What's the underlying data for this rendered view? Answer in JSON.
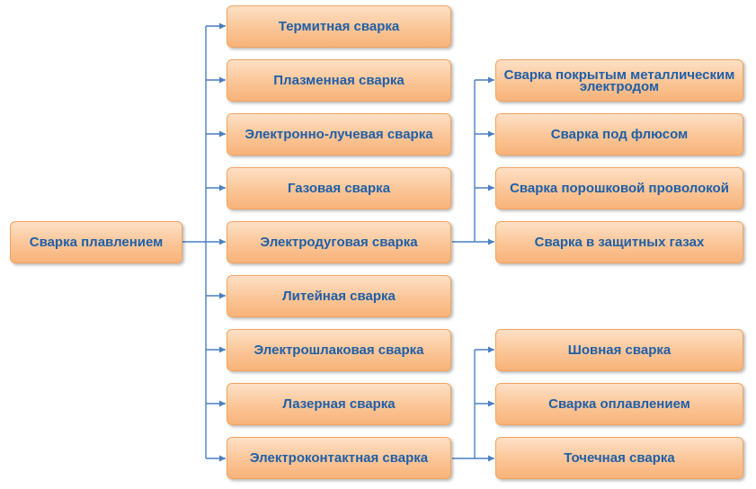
{
  "root": {
    "label": "Сварка плавлением"
  },
  "methods": [
    "Термитная сварка",
    "Плазменная сварка",
    "Электронно-лучевая сварка",
    "Газовая сварка",
    "Электродуговая сварка",
    "Литейная сварка",
    "Электрошлаковая сварка",
    "Лазерная сварка",
    "Электроконтактная сварка"
  ],
  "arc_subtypes": [
    "Сварка покрытым металлическим электродом",
    "Сварка под флюсом",
    "Сварка порошковой проволокой",
    "Сварка в защитных газах"
  ],
  "contact_subtypes": [
    "Шовная сварка",
    "Сварка оплавлением",
    "Точечная сварка"
  ],
  "colors": {
    "connector": "#4a7fc0",
    "text": "#1f5fa8",
    "box_border": "#f2a35e",
    "box_fill_top": "#fde0c6",
    "box_fill_bottom": "#f8b37a"
  }
}
